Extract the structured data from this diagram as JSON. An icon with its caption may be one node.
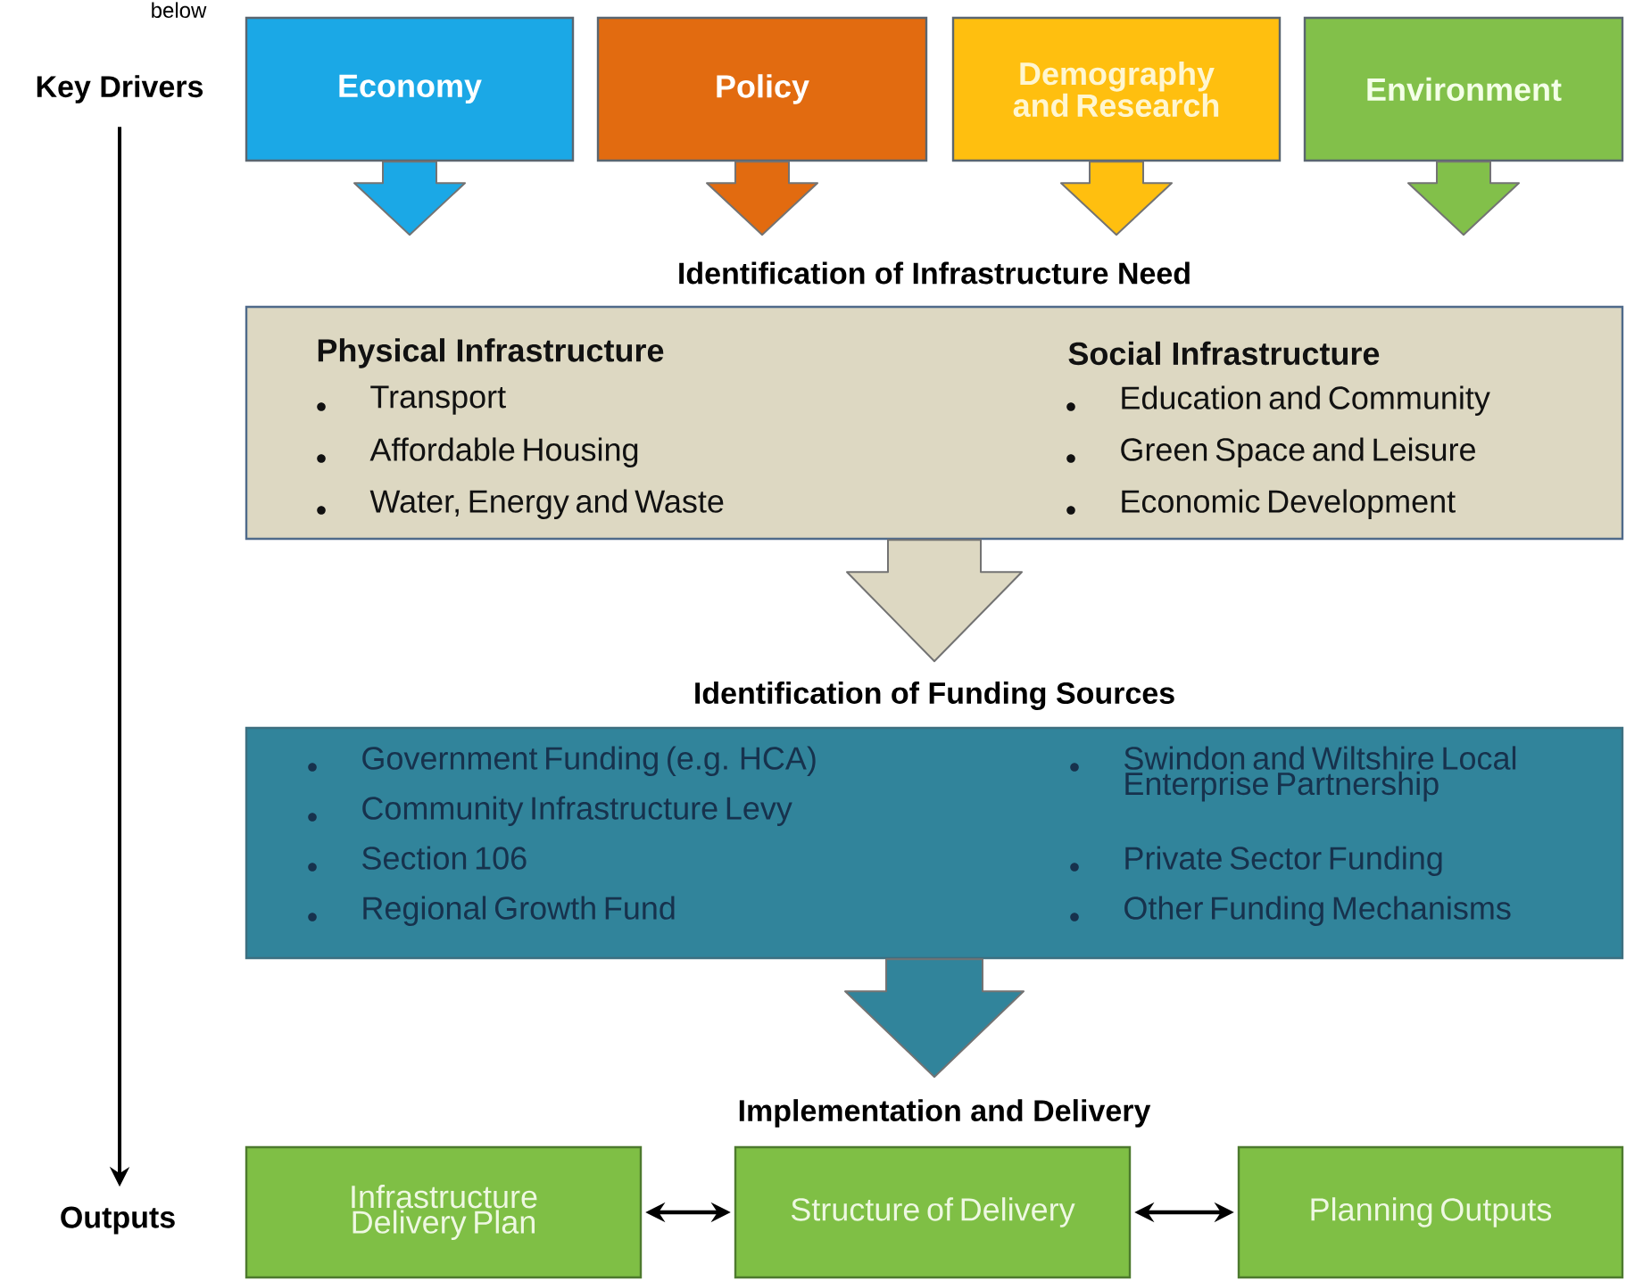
{
  "diagram": {
    "nodes": [
      {
        "text": [
          "Key Drivers"
        ]
      },
      {
        "text": [
          "Outputs"
        ]
      },
      {
        "text": [
          "Economy"
        ]
      },
      {
        "text": [
          "Policy"
        ]
      },
      {
        "text": [
          "Demography and Research"
        ]
      },
      {
        "text": [
          "Environment"
        ]
      },
      {
        "text": [
          "Identification of Infrastructure Need",
          "Physical Infrastructure",
          "Transport",
          "Affordable Housing",
          "Water, Energy and Waste",
          "Social Infrastructure",
          "Education and Community",
          "Green Space and Leisure",
          "Economic Development"
        ]
      },
      {
        "text": [
          "Identification of Funding Sources",
          "Government Funding (e.g. HCA)",
          "Community Infrastructure Levy",
          "Section 106",
          "Regional Growth Fund",
          "Swindon and Wiltshire Local Enterprise Partnership",
          "Private Sector Funding",
          "Other Funding Mechanisms"
        ]
      },
      {
        "text": [
          "Implementation and Delivery"
        ]
      },
      {
        "text": [
          "Infrastructure Delivery Plan"
        ]
      },
      {
        "text": [
          "Structure of Delivery"
        ]
      },
      {
        "text": [
          "Planning Outputs"
        ]
      }
    ],
    "edges": [
      {
        "from": 0,
        "to": 1,
        "arrow": "to"
      },
      {
        "from": 2,
        "to": 6,
        "arrow": "to",
        "color": "#1ba8e6"
      },
      {
        "from": 3,
        "to": 6,
        "arrow": "to",
        "color": "#e26b10"
      },
      {
        "from": 4,
        "to": 6,
        "arrow": "to",
        "color": "#ffbf0f"
      },
      {
        "from": 5,
        "to": 6,
        "arrow": "to",
        "color": "#82c04a"
      },
      {
        "from": 6,
        "to": 7,
        "arrow": "to",
        "color": "#ddd8c2"
      },
      {
        "from": 7,
        "to": 8,
        "arrow": "to",
        "color": "#31849b"
      },
      {
        "from": 9,
        "to": 10,
        "arrow": "both"
      },
      {
        "from": 10,
        "to": 11,
        "arrow": "both"
      }
    ],
    "labels": [
      "below"
    ]
  }
}
